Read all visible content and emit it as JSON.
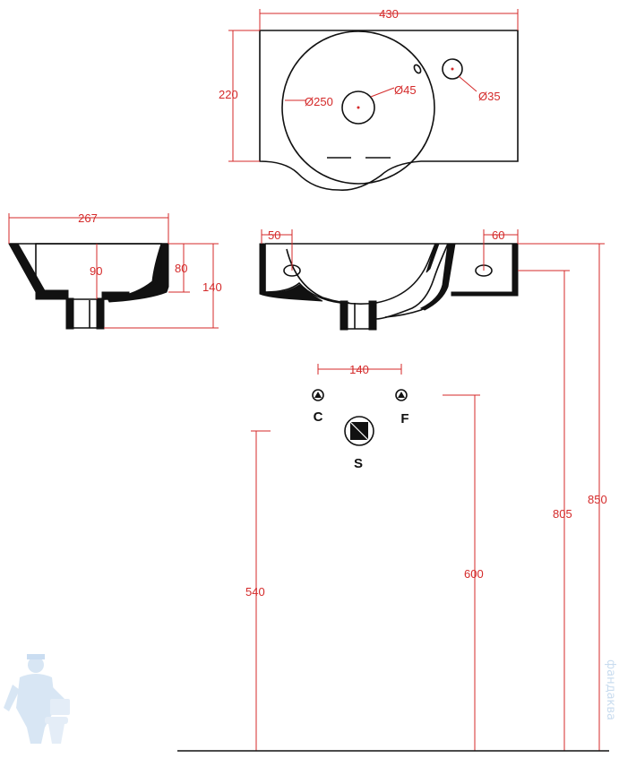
{
  "dimensions": {
    "top_width": "430",
    "top_depth": "220",
    "bowl_diameter": "Ø250",
    "drain_diameter": "Ø45",
    "tap_hole_diameter": "Ø35",
    "side_width": "267",
    "side_inner_depth": "90",
    "side_rim_height": "80",
    "side_total_height": "140",
    "front_left_rim": "50",
    "front_right_rim": "60",
    "supply_spacing": "140",
    "drain_height": "540",
    "supply_height": "600",
    "rim_height": "805",
    "top_height": "850"
  },
  "connections": {
    "cold": "C",
    "hot": "F",
    "drain": "S"
  },
  "watermark": {
    "vertical_text": "фандаква"
  }
}
